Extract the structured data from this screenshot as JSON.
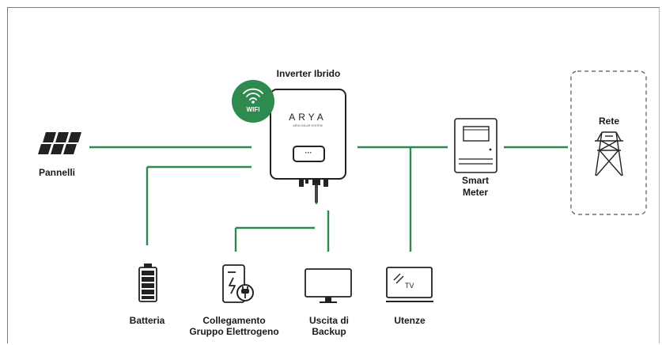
{
  "labels": {
    "inverter_title": "Inverter Ibrido",
    "wifi": "WIFI",
    "brand": "ARYA",
    "brand_sub": "ARYA SOLAR SYSTEM",
    "display_text": "···",
    "pannelli": "Pannelli",
    "smart_meter_line1": "Smart",
    "smart_meter_line2": "Meter",
    "rete": "Rete",
    "batteria": "Batteria",
    "collegamento_line1": "Collegamento",
    "collegamento_line2": "Gruppo Elettrogeno",
    "uscita_line1": "Uscita di",
    "uscita_line2": "Backup",
    "utenze": "Utenze",
    "tv": "TV"
  },
  "colors": {
    "line_green": "#2e8a4e",
    "wifi_badge": "#2e8a4e",
    "icon_dark": "#222222"
  },
  "icons": [
    "solar-panel-icon",
    "wifi-icon",
    "inverter-icon",
    "smart-meter-icon",
    "power-tower-icon",
    "battery-icon",
    "generator-icon",
    "monitor-icon",
    "tv-icon"
  ]
}
